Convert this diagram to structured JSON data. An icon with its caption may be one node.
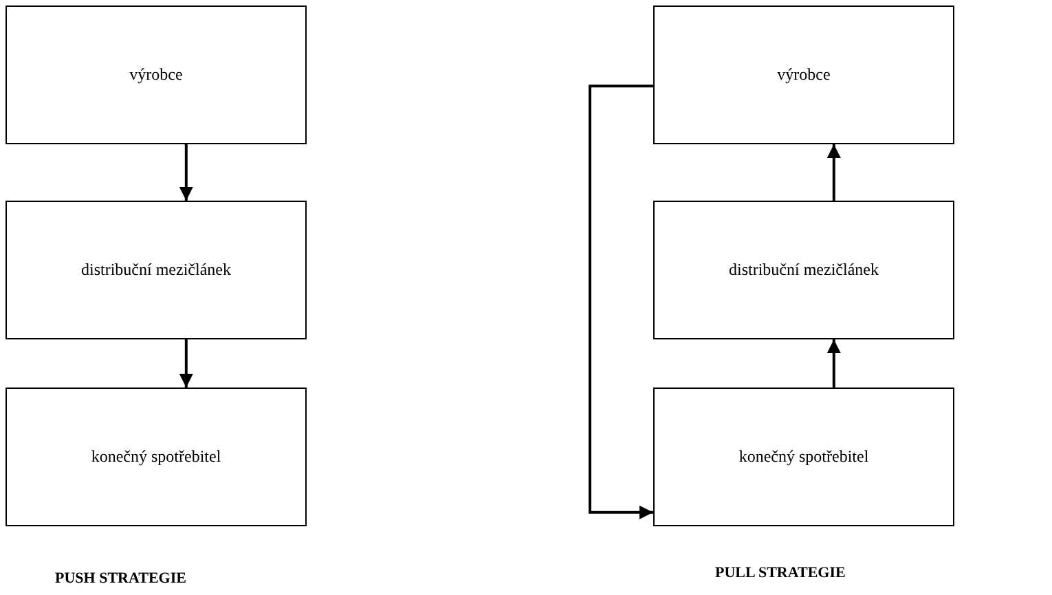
{
  "diagram": {
    "nodes": [
      {
        "text": [
          "výrobce"
        ]
      },
      {
        "text": [
          "distribuční mezičlánek"
        ]
      },
      {
        "text": [
          "konečný spotřebitel"
        ]
      },
      {
        "text": [
          "výrobce"
        ]
      },
      {
        "text": [
          "distribuční mezičlánek"
        ]
      },
      {
        "text": [
          "konečný spotřebitel"
        ]
      }
    ],
    "edges": [
      {
        "from": 0,
        "to": 1,
        "arrow": "to"
      },
      {
        "from": 1,
        "to": 2,
        "arrow": "to"
      },
      {
        "from": 5,
        "to": 4,
        "arrow": "to"
      },
      {
        "from": 4,
        "to": 3,
        "arrow": "to"
      },
      {
        "from": 3,
        "to": 5,
        "arrow": "to"
      }
    ],
    "labels": [
      "PUSH STRATEGIE",
      "PULL STRATEGIE"
    ]
  }
}
